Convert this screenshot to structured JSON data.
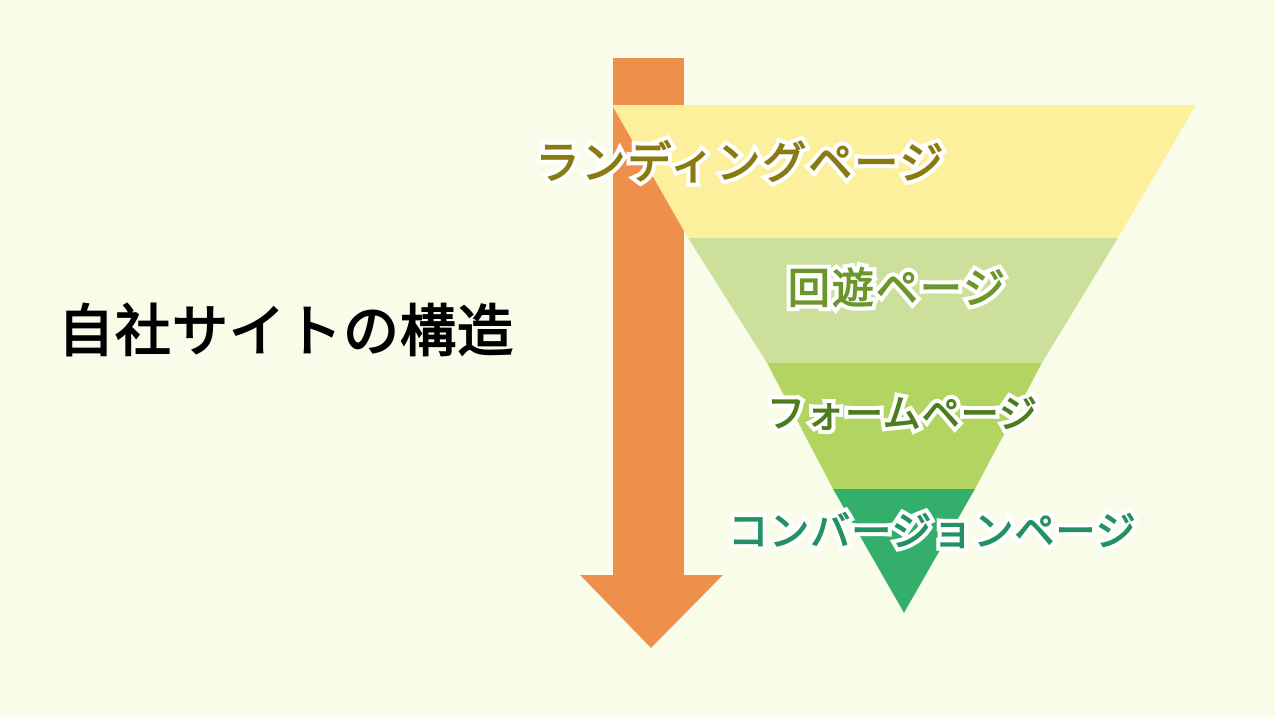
{
  "slide": {
    "background_color": "#f9fce9",
    "title": "自社サイトの構造"
  },
  "arrow": {
    "name": "downward-flow-arrow",
    "color": "#ee8f4c",
    "direction": "down"
  },
  "funnel": {
    "tip_color": "#33ae6b",
    "stages": [
      {
        "id": "landing",
        "label": "ランディングページ",
        "fill_color": "#fcf09c",
        "text_color": "#8a7a12",
        "outline_color": "#ffffff"
      },
      {
        "id": "kaiyu",
        "label": "回遊ページ",
        "fill_color": "#cce09c",
        "text_color": "#6b962c",
        "outline_color": "#ffffff"
      },
      {
        "id": "form",
        "label": "フォームページ",
        "fill_color": "#b2d461",
        "text_color": "#4d7c1e",
        "outline_color": "#ffffff"
      },
      {
        "id": "conversion",
        "label": "コンバージョンページ",
        "fill_color": "#33ae6b",
        "text_color": "#239160",
        "outline_color": "#ffffff"
      }
    ]
  },
  "chart_data": {
    "type": "funnel",
    "title": "自社サイトの構造",
    "categories": [
      "ランディングページ",
      "回遊ページ",
      "フォームページ",
      "コンバージョンページ"
    ],
    "widths": [
      584,
      430,
      275,
      142
    ],
    "colors": [
      "#fcf09c",
      "#cce09c",
      "#b2d461",
      "#33ae6b"
    ],
    "orientation": "vertical-inverted",
    "legend": "none",
    "annotations": [
      "自社サイトの構造"
    ]
  }
}
